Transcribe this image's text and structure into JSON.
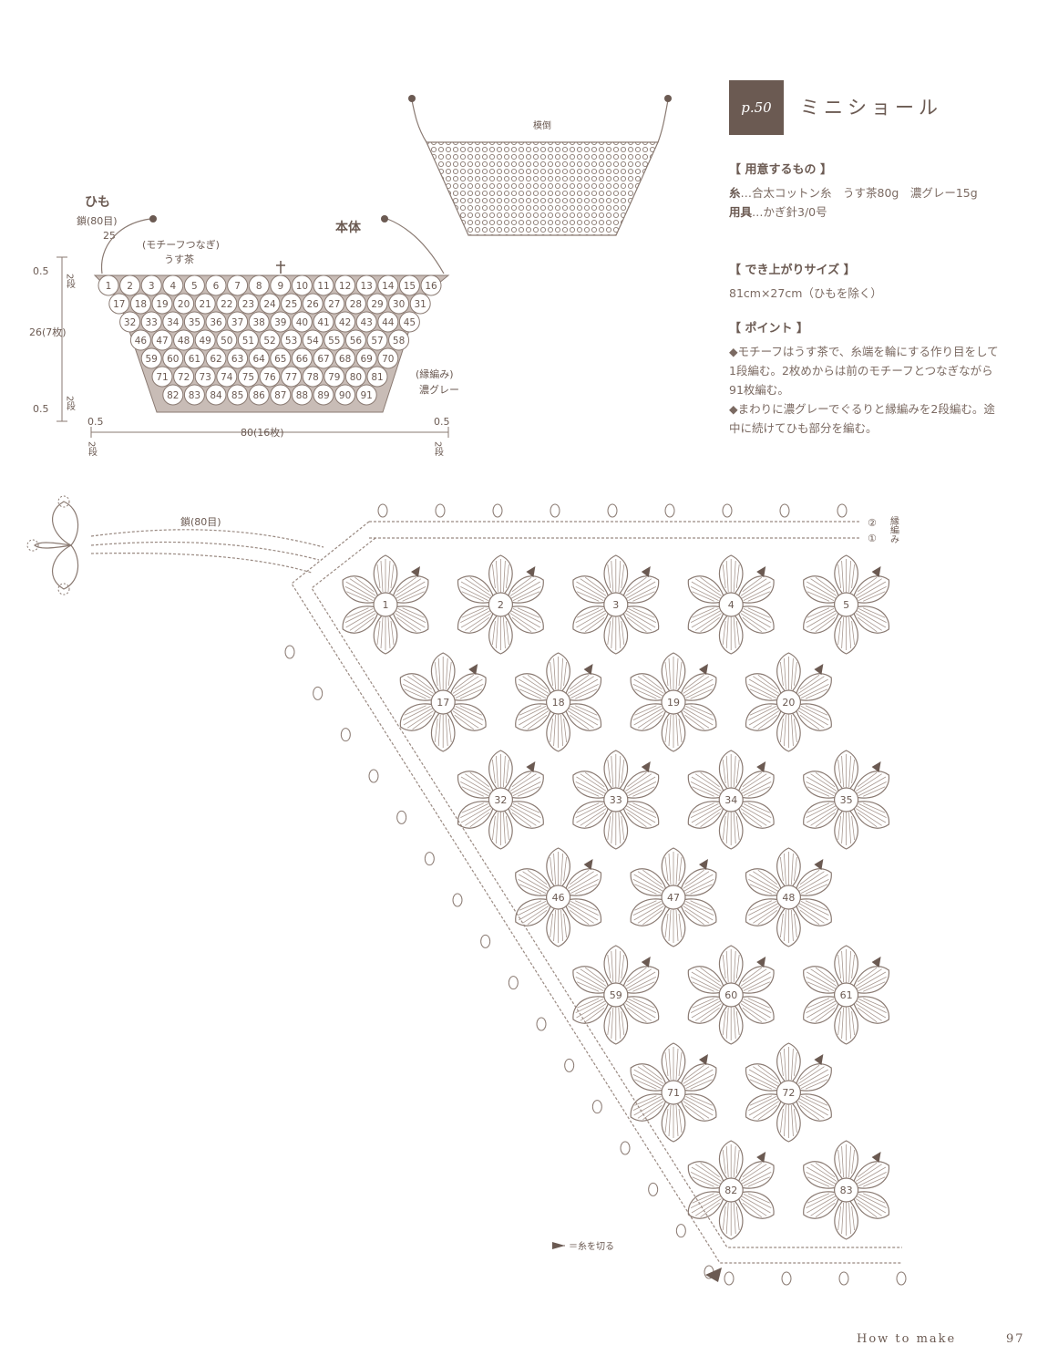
{
  "header": {
    "page_ref": "p.50",
    "title": "ミニショール"
  },
  "materials": {
    "heading": "【 用意するもの 】",
    "yarn_label": "糸",
    "yarn_text": "…合太コットン糸　うす茶80g　濃グレー15g",
    "tool_label": "用具",
    "tool_text": "…かぎ針3/0号"
  },
  "size": {
    "heading": "【 でき上がりサイズ 】",
    "text": "81cm×27cm（ひもを除く）"
  },
  "points": {
    "heading": "【 ポイント 】",
    "line1": "◆モチーフはうす茶で、糸端を輪にする作り目をして1段編む。2枚めからは前のモチーフとつなぎながら91枚編む。",
    "line2": "◆まわりに濃グレーでぐるりと縁編みを2段編む。途中に続けてひも部分を編む。"
  },
  "small_diagram": {
    "label_himo": "ひも",
    "label_chain": "鎖(80目)",
    "label_25": "25",
    "label_motif_join": "(モチーフつなぎ)",
    "label_usucha": "うす茶",
    "label_body": "本体",
    "label_edging": "(縁編み)",
    "label_gray": "濃グレー",
    "dim_05": "0.5",
    "dim_2dan": "2段",
    "dim_height": "26(7枚)",
    "dim_width": "80(16枚)",
    "rows": [
      {
        "start": 1,
        "end": 16
      },
      {
        "start": 17,
        "end": 31
      },
      {
        "start": 32,
        "end": 45
      },
      {
        "start": 46,
        "end": 58
      },
      {
        "start": 59,
        "end": 70
      },
      {
        "start": 71,
        "end": 81
      },
      {
        "start": 82,
        "end": 91
      }
    ]
  },
  "side_diagram": {
    "label": "模倒"
  },
  "large_diagram": {
    "chain_label": "鎖(80目)",
    "edging_label": "縁編み",
    "row_marker_1": "①",
    "row_marker_2": "②",
    "legend": "＝糸を切る",
    "motifs": [
      {
        "n": "1",
        "c": 0,
        "r": 0
      },
      {
        "n": "2",
        "c": 2,
        "r": 0
      },
      {
        "n": "3",
        "c": 4,
        "r": 0
      },
      {
        "n": "4",
        "c": 6,
        "r": 0
      },
      {
        "n": "5",
        "c": 8,
        "r": 0
      },
      {
        "n": "17",
        "c": 1,
        "r": 1
      },
      {
        "n": "18",
        "c": 3,
        "r": 1
      },
      {
        "n": "19",
        "c": 5,
        "r": 1
      },
      {
        "n": "20",
        "c": 7,
        "r": 1
      },
      {
        "n": "32",
        "c": 2,
        "r": 2
      },
      {
        "n": "33",
        "c": 4,
        "r": 2
      },
      {
        "n": "34",
        "c": 6,
        "r": 2
      },
      {
        "n": "35",
        "c": 8,
        "r": 2
      },
      {
        "n": "46",
        "c": 3,
        "r": 3
      },
      {
        "n": "47",
        "c": 5,
        "r": 3
      },
      {
        "n": "48",
        "c": 7,
        "r": 3
      },
      {
        "n": "59",
        "c": 4,
        "r": 4
      },
      {
        "n": "60",
        "c": 6,
        "r": 4
      },
      {
        "n": "61",
        "c": 8,
        "r": 4
      },
      {
        "n": "71",
        "c": 5,
        "r": 5
      },
      {
        "n": "72",
        "c": 7,
        "r": 5
      },
      {
        "n": "82",
        "c": 6,
        "r": 6
      },
      {
        "n": "83",
        "c": 8,
        "r": 6
      }
    ]
  },
  "footer": {
    "section": "How to make",
    "page_number": "97"
  }
}
